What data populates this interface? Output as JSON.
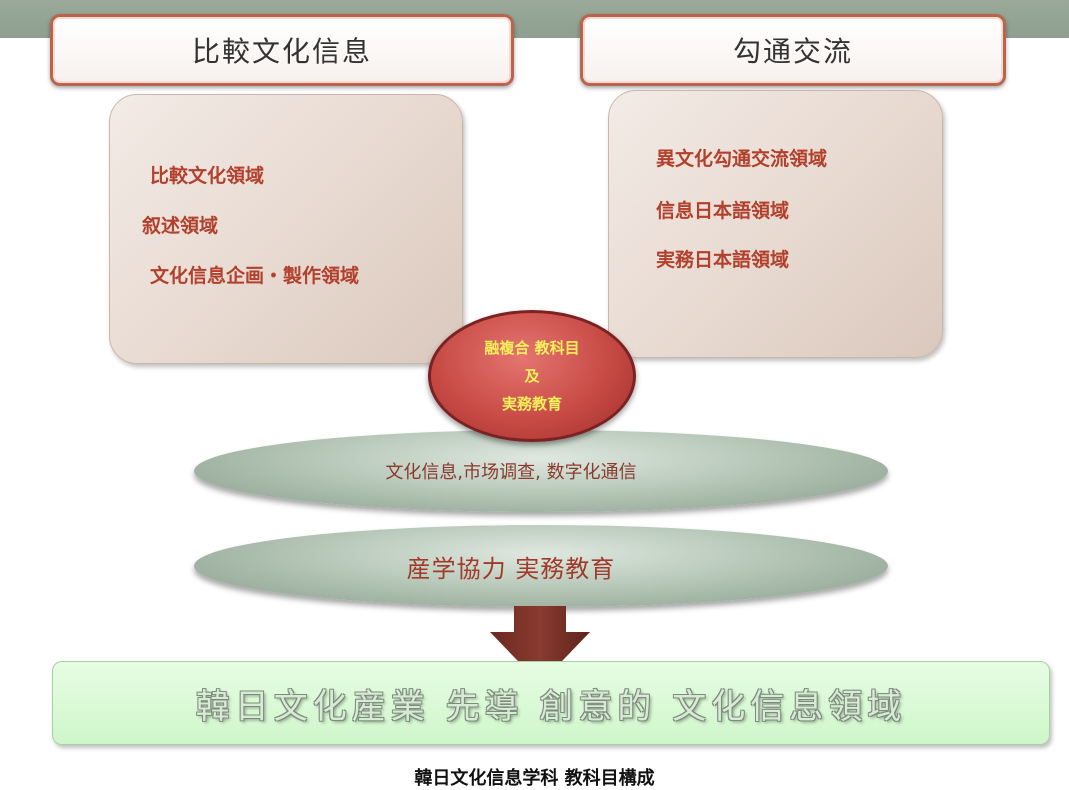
{
  "headers": {
    "left": "比較文化信息",
    "right": "勾通交流"
  },
  "left_panel": {
    "items": [
      "比較文化領域",
      "叙述領域",
      "文化信息企画・製作領域"
    ]
  },
  "right_panel": {
    "items": [
      "異文化勾通交流領域",
      "信息日本語領域",
      "実務日本語領域"
    ]
  },
  "center_circle": {
    "lines": [
      "融複合 教科目",
      "及",
      "実務教育"
    ]
  },
  "ellipse_1": "文化信息,市场调查,  数字化通信",
  "ellipse_2": "産学協力 実務教育",
  "result": "韓日文化産業 先導 創意的 文化信息領域",
  "caption": "韓日文化信息学科 教科目構成",
  "colors": {
    "band": "#8e9f8f",
    "panel_text": "#b2402c",
    "circle": "#c84a45",
    "circle_text": "#f4f15a",
    "ellipse": "#b7c8b9",
    "arrow": "#7a2f25",
    "result_fill": "#d8f8d3"
  }
}
